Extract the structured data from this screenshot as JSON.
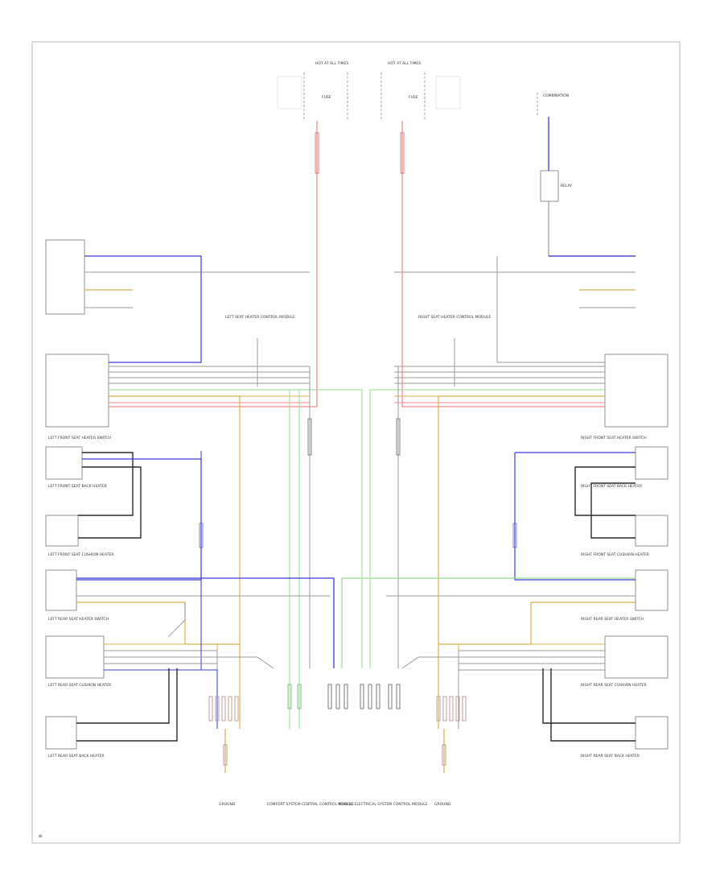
{
  "colors": {
    "blue": "#3a3ad8",
    "red": "#f08a8a",
    "green": "#8fe08f",
    "yellow": "#d8b24a",
    "gray": "#9a9a9a",
    "black": "#2a2a2a"
  },
  "fuse_left": {
    "label": "HOT AT ALL TIMES",
    "fuse": "FUSE"
  },
  "fuse_right": {
    "label": "HOT AT ALL TIMES",
    "fuse": "FUSE"
  },
  "top_right_label": "COMBINATION",
  "left_components": [
    "LEFT FRONT SEAT HEATER SWITCH",
    "LEFT FRONT SEAT BACK HEATER",
    "LEFT FRONT SEAT CUSHION HEATER",
    "LEFT REAR SEAT HEATER SWITCH",
    "LEFT REAR SEAT CUSHION HEATER",
    "LEFT REAR SEAT BACK HEATER"
  ],
  "right_components": [
    "RIGHT FRONT SEAT HEATER SWITCH",
    "RIGHT FRONT SEAT BACK HEATER",
    "RIGHT FRONT SEAT CUSHION HEATER",
    "RIGHT REAR SEAT HEATER SWITCH",
    "RIGHT REAR SEAT CUSHION HEATER",
    "RIGHT REAR SEAT BACK HEATER"
  ],
  "center_modules": [
    "LEFT SEAT HEATER CONTROL MODULE",
    "RIGHT SEAT HEATER CONTROL MODULE"
  ],
  "bottom_labels": [
    "GROUND",
    "COMFORT SYSTEM CENTRAL CONTROL MODULE",
    "VEHICLE ELECTRICAL SYSTEM CONTROL MODULE",
    "GROUND"
  ],
  "footer_code": "W"
}
